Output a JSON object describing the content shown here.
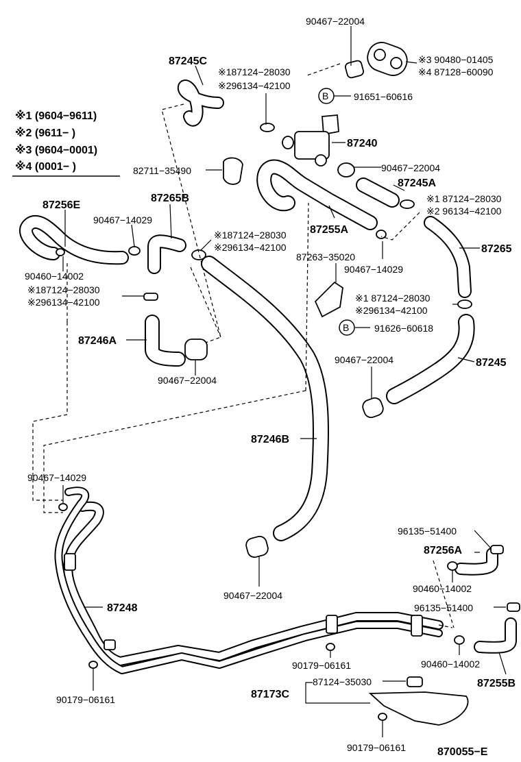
{
  "notes": [
    {
      "mark": "※1",
      "range": "(9604−9611)"
    },
    {
      "mark": "※2",
      "range": "(9611−        )"
    },
    {
      "mark": "※3",
      "range": "(9604−0001)"
    },
    {
      "mark": "※4",
      "range": "(0001−        )"
    }
  ],
  "labels": {
    "p90467_22004_top": "90467−22004",
    "p87245C": "87245C",
    "n1_87124_28030_a": "※187124−28030",
    "n2_96134_42100_a": "※296134−42100",
    "n3_90480_01405": "※3 90480−01405",
    "n4_87128_60090": "※4 87128−60090",
    "b1": "B",
    "p91651_60616": "91651−60616",
    "p87240": "87240",
    "p82711_35490": "82711−35490",
    "p90467_22004_mid": "90467−22004",
    "p87245A": "87245A",
    "n1_87124_28030_b": "※1 87124−28030",
    "n2_96134_42100_b": "※2 96134−42100",
    "p87256E": "87256E",
    "p87265B": "87265B",
    "p90467_14029_a": "90467−14029",
    "p87255A": "87255A",
    "n1_87124_28030_c": "※187124−28030",
    "n2_96134_42100_c": "※296134−42100",
    "p87265": "87265",
    "p90460_14002_a": "90460−14002",
    "p87263_35020": "87263−35020",
    "p90467_14029_b": "90467−14029",
    "n1_87124_28030_d": "※187124−28030",
    "n2_96134_42100_d": "※296134−42100",
    "n1_87124_28030_e": "※1 87124−28030",
    "n2_96134_42100_e": "※296134−42100",
    "b2": "B",
    "p91626_60618": "91626−60618",
    "p87246A": "87246A",
    "p90467_22004_c": "90467−22004",
    "p90467_22004_d": "90467−22004",
    "p87245": "87245",
    "p87246B": "87246B",
    "p90467_14029_c": "90467−14029",
    "p96135_51400_a": "96135−51400",
    "p87256A": "87256A",
    "p90460_14002_b": "90460−14002",
    "p90467_22004_e": "90467−22004",
    "p87248": "87248",
    "p96135_51400_b": "96135−51400",
    "p90179_06161_a": "90179−06161",
    "p90460_14002_c": "90460−14002",
    "p87255B": "87255B",
    "p87173C": "87173C",
    "p87124_35030": "87124−35030",
    "p90179_06161_b": "90179−06161",
    "p90179_06161_c": "90179−06161",
    "diagram_id": "870055−E"
  }
}
